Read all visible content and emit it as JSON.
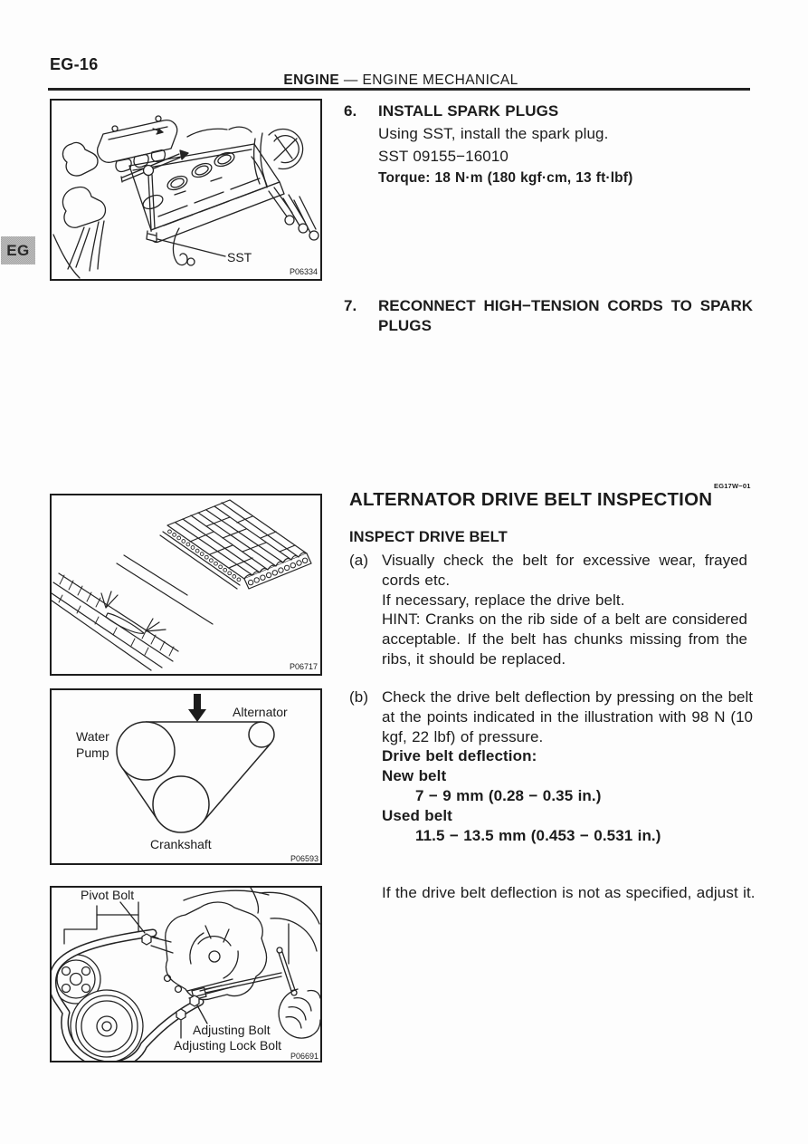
{
  "page": {
    "number": "EG-16",
    "chapter_tab": "EG",
    "header": {
      "section": "ENGINE",
      "separator": "—",
      "subsection": "ENGINE MECHANICAL"
    }
  },
  "steps": {
    "step6": {
      "num": "6.",
      "title": "INSTALL SPARK PLUGS",
      "line1": "Using SST, install the spark plug.",
      "line2": "SST 09155−16010",
      "torque": "Torque: 18 N·m (180 kgf·cm, 13 ft·lbf)"
    },
    "step7": {
      "num": "7.",
      "title_line1": "RECONNECT HIGH−TENSION CORDS TO SPARK",
      "title_line2": "PLUGS"
    }
  },
  "inspection": {
    "ref_code": "EG17W−01",
    "title": "ALTERNATOR DRIVE BELT INSPECTION",
    "subheading": "INSPECT DRIVE BELT",
    "item_a": {
      "label": "(a)",
      "lines": [
        "Visually check the belt for excessive wear, frayed",
        "cords etc.",
        "If necessary, replace the drive belt.",
        "HINT: Cranks on the rib side of a belt are considered",
        "acceptable. If the belt has chunks missing from the",
        "ribs, it should be replaced."
      ]
    },
    "item_b": {
      "label": "(b)",
      "lines": [
        "Check the drive belt deflection by pressing on the belt",
        "at the points indicated in the illustration with 98 N (10",
        "kgf, 22 lbf) of pressure."
      ],
      "spec_heading": "Drive belt deflection:",
      "new_belt_label": "New belt",
      "new_belt_value": "7 − 9 mm (0.28 − 0.35 in.)",
      "used_belt_label": "Used belt",
      "used_belt_value": "11.5 − 13.5 mm (0.453 − 0.531 in.)"
    },
    "closing": "If the drive belt deflection is not as specified, adjust it."
  },
  "figures": {
    "fig1": {
      "label_sst": "SST",
      "code": "P06334"
    },
    "fig2": {
      "code": "P06717"
    },
    "fig3": {
      "label_water_1": "Water",
      "label_water_2": "Pump",
      "label_alternator": "Alternator",
      "label_crankshaft": "Crankshaft",
      "code": "P06593"
    },
    "fig4": {
      "label_pivot": "Pivot Bolt",
      "label_adjusting": "Adjusting Bolt",
      "label_lock": "Adjusting Lock Bolt",
      "code": "P06691"
    }
  }
}
